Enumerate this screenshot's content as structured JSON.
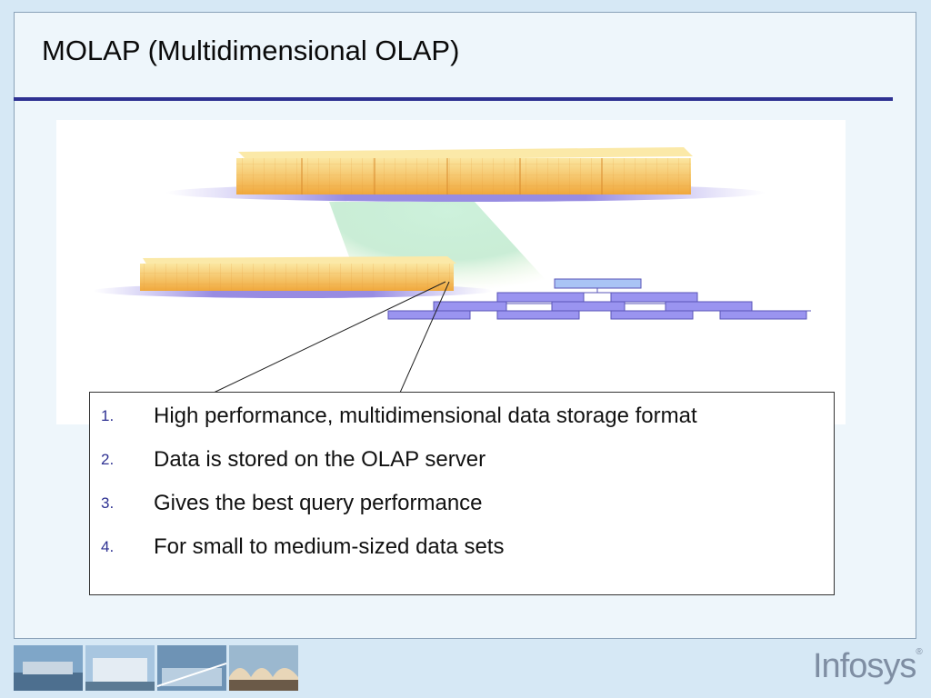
{
  "slide": {
    "title": "MOLAP (Multidimensional OLAP)"
  },
  "figure": {
    "name": "molap-cube-illustration",
    "colors": {
      "cube_top": "#f7d77a",
      "cube_side": "#f2a33a",
      "shadow": "#6b5bd6",
      "cone": "#b9e3c1",
      "node": "#9a94f0"
    }
  },
  "callout": {
    "items": [
      {
        "number": "1.",
        "text": "High performance, multidimensional data storage format"
      },
      {
        "number": "2.",
        "text": "Data is stored on the OLAP server"
      },
      {
        "number": "3.",
        "text": "Gives the best query performance"
      },
      {
        "number": "4.",
        "text": "For small to medium-sized data sets"
      }
    ]
  },
  "footer": {
    "thumbnails": [
      "building-photo-1",
      "building-photo-2",
      "building-photo-3",
      "building-photo-4"
    ],
    "logo": "Infosys",
    "logo_mark": "®"
  }
}
